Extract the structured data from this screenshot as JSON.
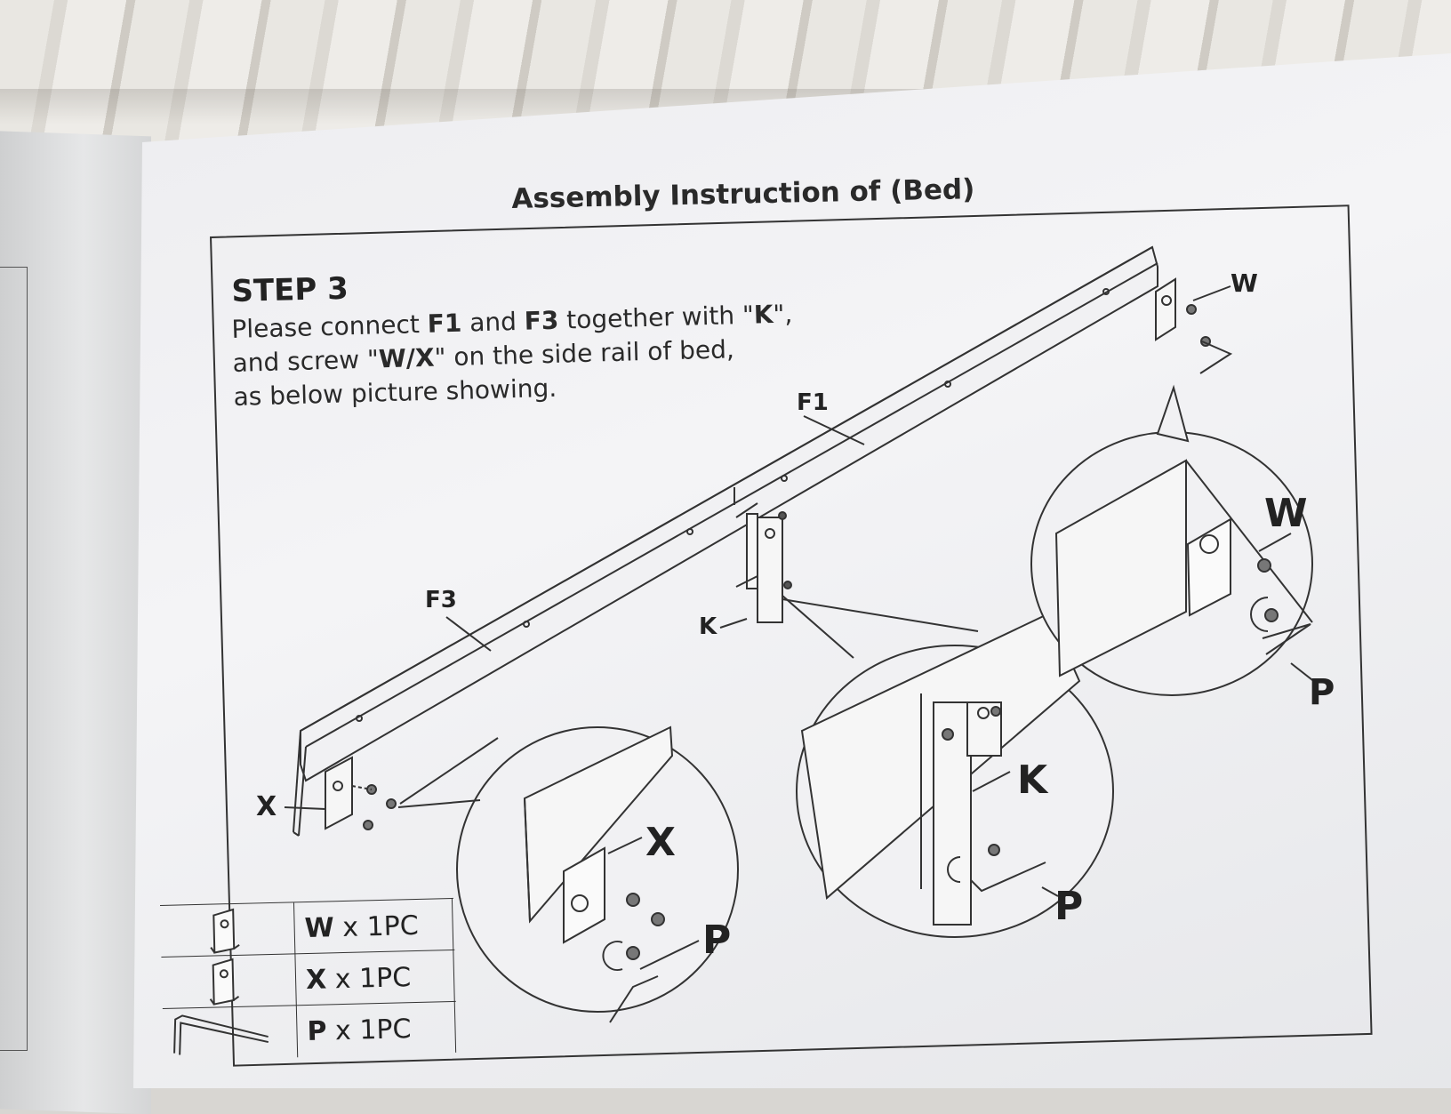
{
  "document": {
    "title": "Assembly Instruction of (Bed)",
    "step": "STEP 3",
    "instruction": {
      "line1_pre": "Please connect ",
      "line1_b1": "F1",
      "line1_mid": " and ",
      "line1_b2": "F3",
      "line1_post": " together with \"",
      "line1_b3": "K",
      "line1_end": "\",",
      "line2_pre": "and screw \"",
      "line2_b": "W/X",
      "line2_post": "\" on the side rail of bed,",
      "line3": "as below picture showing."
    }
  },
  "diagram_labels": {
    "f1": "F1",
    "f3": "F3",
    "k_main": "K",
    "x_main": "X",
    "w_main": "W",
    "x_detail": "X",
    "p_detail_x": "P",
    "k_detail": "K",
    "p_detail_k": "P",
    "w_detail": "W",
    "p_detail_w": "P"
  },
  "parts": [
    {
      "id": "W",
      "qty": " x 1PC",
      "icon": "bracket-w-icon"
    },
    {
      "id": "X",
      "qty": " x 1PC",
      "icon": "bracket-x-icon"
    },
    {
      "id": "P",
      "qty": " x 1PC",
      "icon": "allen-key-icon"
    }
  ]
}
